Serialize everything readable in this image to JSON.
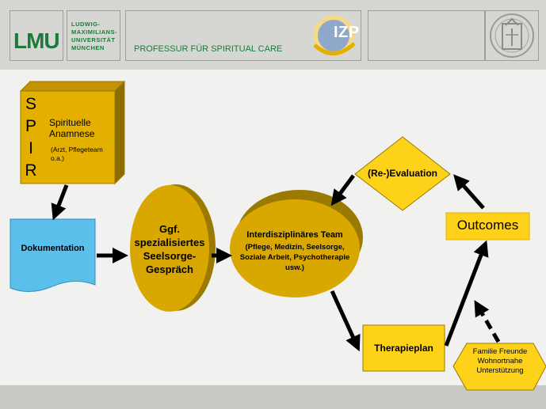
{
  "header": {
    "logo": "LMU",
    "university_lines": [
      "LUDWIG-",
      "MAXIMILIANS-",
      "UNIVERSITÄT",
      "MÜNCHEN"
    ],
    "professorship": "PROFESSUR FÜR SPIRITUAL CARE",
    "izp_logo": "IZP",
    "seal_icon": "seal-icon"
  },
  "colors": {
    "gold": "#e3b000",
    "gold_dark": "#9a7a00",
    "blue": "#5bbfec",
    "green": "#1d7a3c",
    "header": "#d6d6d2"
  },
  "diagram": {
    "spir_letters": [
      "S",
      "P",
      "I",
      "R"
    ],
    "anamnese_title": "Spirituelle Anamnese",
    "anamnese_note": "(Arzt, Pflegeteam o.a.)",
    "documentation": "Dokumentation",
    "conversation": "Ggf. spezialisiertes Seelsorge-Gespräch",
    "team_title": "Interdisziplinäres Team",
    "team_members": "(Pflege, Medizin, Seelsorge, Soziale Arbeit, Psychotherapie usw.)",
    "evaluation": "(Re-)Evaluation",
    "outcomes": "Outcomes",
    "therapy_plan": "Therapieplan",
    "support": "Familie Freunde Wohnortnahe Unterstützung"
  }
}
